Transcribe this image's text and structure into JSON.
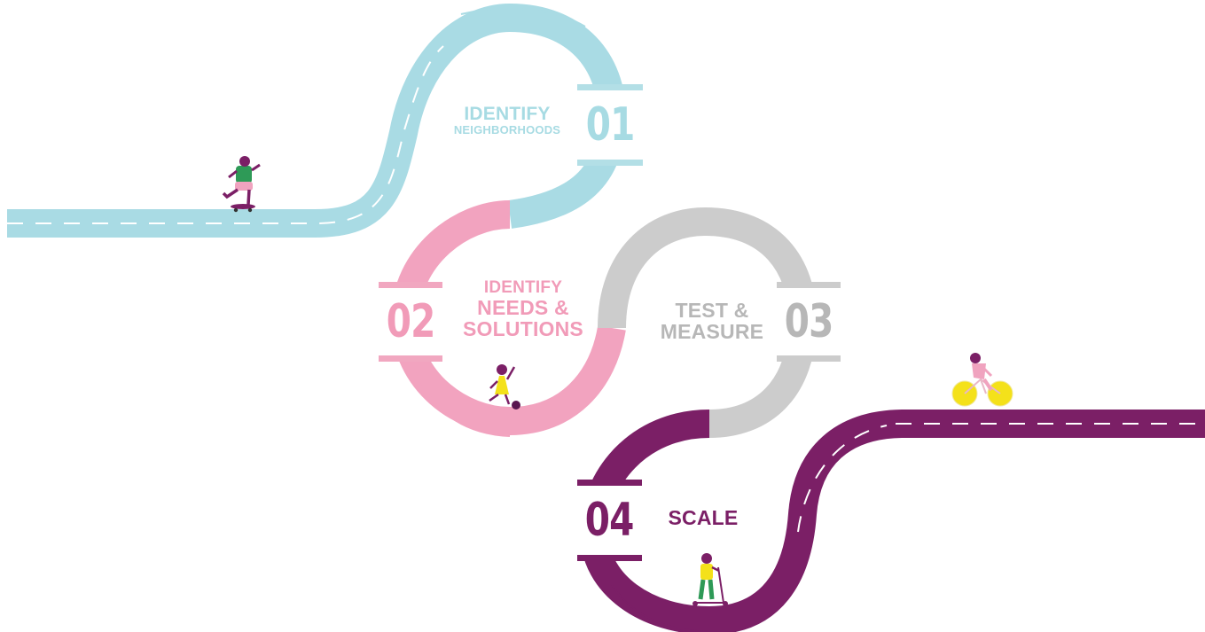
{
  "steps": [
    {
      "number": "01",
      "line1": "IDENTIFY",
      "line2": "NEIGHBORHOODS",
      "color": "#a7dbe3"
    },
    {
      "number": "02",
      "line1": "IDENTIFY",
      "line2": "NEEDS &",
      "line3": "SOLUTIONS",
      "color": "#f19bb8"
    },
    {
      "number": "03",
      "line1": "TEST &",
      "line2": "MEASURE",
      "color": "#b7b7b7"
    },
    {
      "number": "04",
      "line1": "SCALE",
      "color": "#7b1f66"
    }
  ],
  "figures": [
    {
      "name": "skateboarder",
      "shirt": "#2e9a57",
      "shorts": "#f0a3bf"
    },
    {
      "name": "soccer-girl",
      "dress": "#f4e11a"
    },
    {
      "name": "cyclist",
      "body": "#f0a3bf",
      "wheels": "#f4e11a"
    },
    {
      "name": "scooter-rider",
      "shirt": "#f4e11a",
      "pants": "#2e9a57"
    }
  ]
}
